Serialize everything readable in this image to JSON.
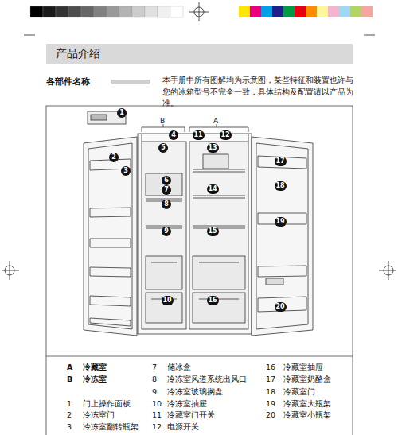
{
  "diagram": {
    "title": "产品介绍",
    "labels": [
      "各部件名称",
      "本手册中所有图解均为示意图，某些特征和装置也许与您的冰箱型号不完全一致，具体结构及配置请以产品为准。",
      "B",
      "A",
      "1",
      "2",
      "3",
      "4",
      "5",
      "6",
      "7",
      "8",
      "9",
      "10",
      "11",
      "12",
      "13",
      "14",
      "15",
      "16",
      "17",
      "18",
      "19",
      "20",
      "A",
      "冷藏室",
      "B",
      "冷冻室",
      "1",
      "门上操作面板",
      "2",
      "冷冻室门",
      "3",
      "冷冻室翻转瓶架",
      "7",
      "储冰盒",
      "8",
      "冷冻室风道系统出风口",
      "9",
      "冷冻室玻璃搁盘",
      "10",
      "冷冻室抽屉",
      "11",
      "冷藏室门开关",
      "12",
      "电源开关",
      "16",
      "冷藏室抽屉",
      "17",
      "冷藏室奶酪盒",
      "18",
      "冷藏室门",
      "19",
      "冷藏室大瓶架",
      "20",
      "冷藏室小瓶架"
    ]
  }
}
